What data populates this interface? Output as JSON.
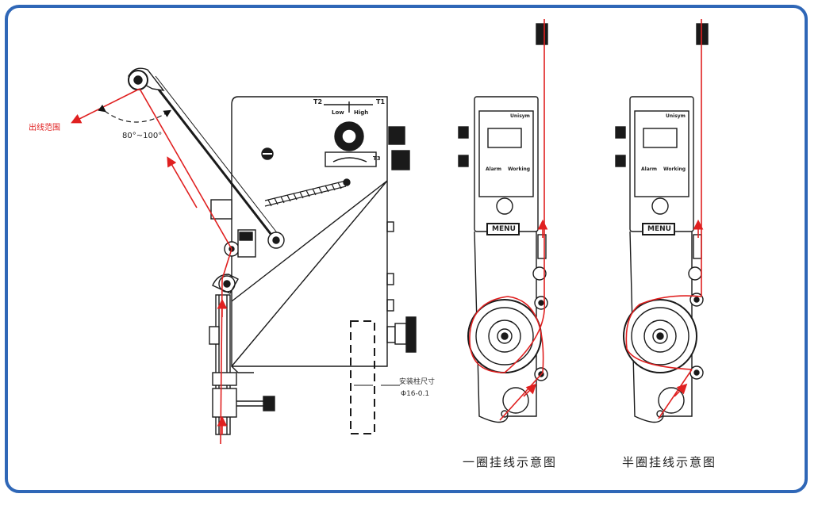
{
  "labels": {
    "outlet_range": "出线范围",
    "angle_range": "80°~100°",
    "mount_post_title": "安装柱尺寸",
    "mount_post_dim": "Φ16-0.1",
    "scale_t2": "T2",
    "scale_t1": "T1",
    "scale_t3": "T3",
    "scale_low": "Low",
    "scale_high": "High",
    "panel_a_brand": "Unisym",
    "panel_a_alarm": "Alarm",
    "panel_a_working": "Working",
    "panel_a_menu": "MENU",
    "panel_b_brand": "Unisym",
    "panel_b_alarm": "Alarm",
    "panel_b_working": "Working",
    "panel_b_menu": "MENU",
    "caption_full_loop": "一圈挂线示意图",
    "caption_half_loop": "半圈挂线示意图"
  },
  "colors": {
    "frame": "#2f67b7",
    "line": "#1a1a1a",
    "thread": "#e02020"
  }
}
